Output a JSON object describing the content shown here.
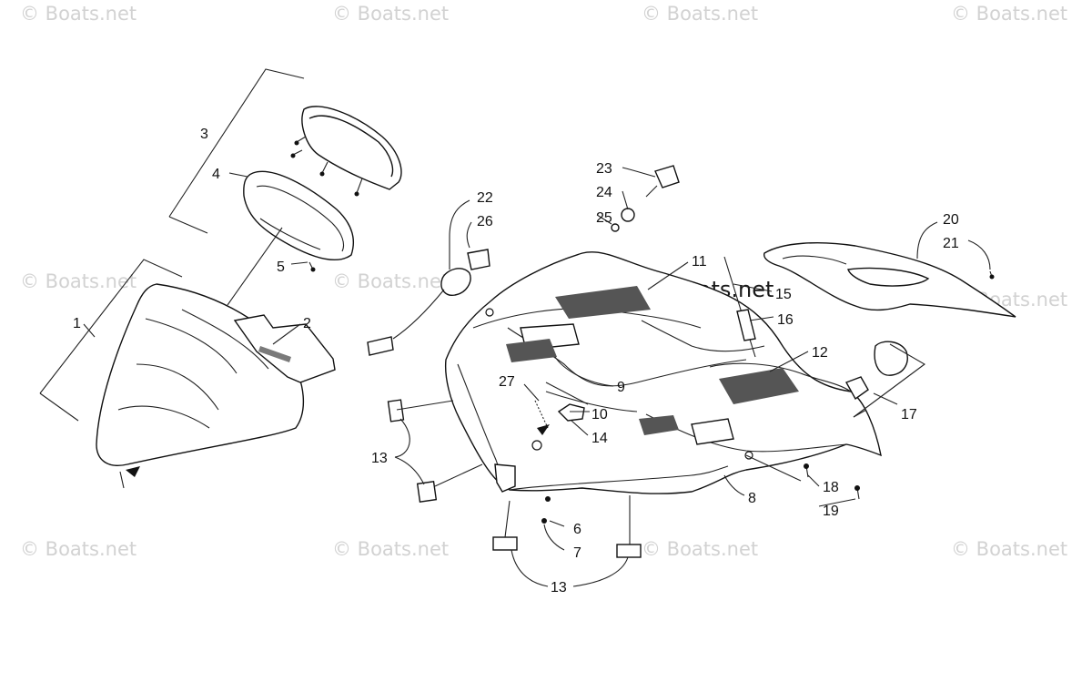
{
  "watermark": {
    "text": "© Boats.net",
    "center_text": "© Boats.net"
  },
  "callouts": [
    {
      "id": "c1",
      "label": "1"
    },
    {
      "id": "c2",
      "label": "2"
    },
    {
      "id": "c3",
      "label": "3"
    },
    {
      "id": "c4",
      "label": "4"
    },
    {
      "id": "c5",
      "label": "5"
    },
    {
      "id": "c6",
      "label": "6"
    },
    {
      "id": "c7",
      "label": "7"
    },
    {
      "id": "c8",
      "label": "8"
    },
    {
      "id": "c9",
      "label": "9"
    },
    {
      "id": "c10",
      "label": "10"
    },
    {
      "id": "c11",
      "label": "11"
    },
    {
      "id": "c12",
      "label": "12"
    },
    {
      "id": "c13a",
      "label": "13"
    },
    {
      "id": "c13b",
      "label": "13"
    },
    {
      "id": "c14",
      "label": "14"
    },
    {
      "id": "c15",
      "label": "15"
    },
    {
      "id": "c16",
      "label": "16"
    },
    {
      "id": "c17",
      "label": "17"
    },
    {
      "id": "c18",
      "label": "18"
    },
    {
      "id": "c19",
      "label": "19"
    },
    {
      "id": "c20",
      "label": "20"
    },
    {
      "id": "c21",
      "label": "21"
    },
    {
      "id": "c22",
      "label": "22"
    },
    {
      "id": "c23",
      "label": "23"
    },
    {
      "id": "c24",
      "label": "24"
    },
    {
      "id": "c25",
      "label": "25"
    },
    {
      "id": "c26",
      "label": "26"
    },
    {
      "id": "c27",
      "label": "27"
    }
  ]
}
